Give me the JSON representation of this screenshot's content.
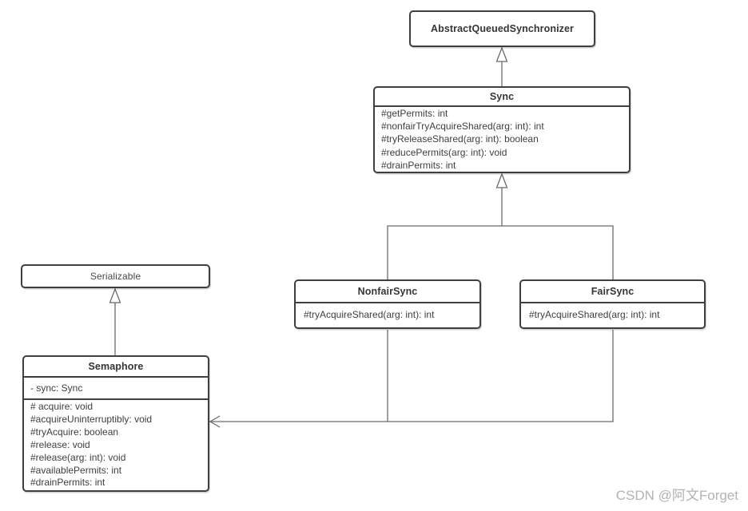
{
  "diagram_type": "uml-class-diagram",
  "colors": {
    "box_border": "#3f3f3f",
    "box_fill": "#ffffff",
    "text": "#3a3a3a",
    "connector": "#6b6b6b",
    "watermark": "#b3b3b3"
  },
  "classes": {
    "aqs": {
      "title": "AbstractQueuedSynchronizer"
    },
    "sync": {
      "title": "Sync",
      "members": [
        "#getPermits: int",
        "#nonfairTryAcquireShared(arg: int): int",
        "#tryReleaseShared(arg: int): boolean",
        "#reducePermits(arg: int): void",
        "#drainPermits: int"
      ]
    },
    "nonfairsync": {
      "title": "NonfairSync",
      "members": [
        "#tryAcquireShared(arg: int): int"
      ]
    },
    "fairsync": {
      "title": "FairSync",
      "members": [
        "#tryAcquireShared(arg: int): int"
      ]
    },
    "serializable": {
      "title": "Serializable"
    },
    "semaphore": {
      "title": "Semaphore",
      "attributes": [
        "- sync: Sync"
      ],
      "members": [
        "# acquire: void",
        "#acquireUninterruptibly: void",
        "#tryAcquire: boolean",
        "#release: void",
        "#release(arg: int): void",
        "#availablePermits: int",
        "#drainPermits: int"
      ]
    }
  },
  "relationships": [
    {
      "type": "generalization",
      "from": "Sync",
      "to": "AbstractQueuedSynchronizer"
    },
    {
      "type": "generalization",
      "from": "NonfairSync",
      "to": "Sync"
    },
    {
      "type": "generalization",
      "from": "FairSync",
      "to": "Sync"
    },
    {
      "type": "generalization",
      "from": "Semaphore",
      "to": "Serializable"
    },
    {
      "type": "association",
      "from": "NonfairSync, FairSync",
      "to": "Semaphore",
      "arrow": "open"
    }
  ],
  "watermark": "CSDN @阿文Forget"
}
